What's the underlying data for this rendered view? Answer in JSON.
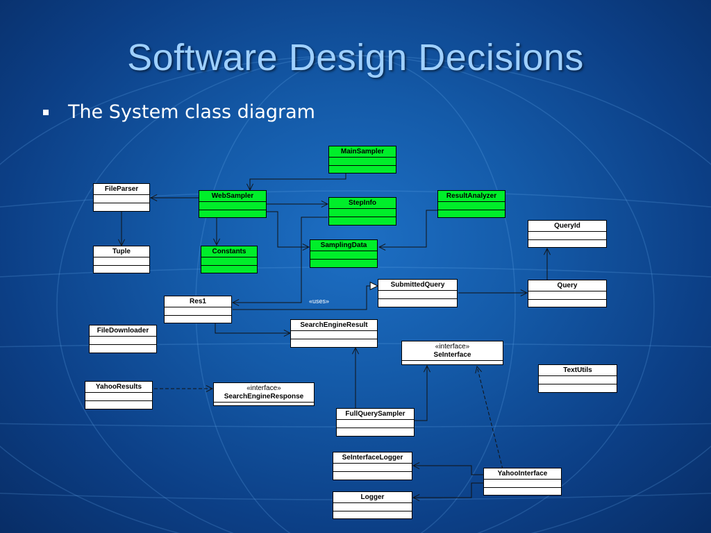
{
  "slide": {
    "title": "Software Design Decisions",
    "bullet": "The System class diagram"
  },
  "diagram": {
    "uses_label": "«uses»",
    "classes": {
      "main_sampler": {
        "name": "MainSampler"
      },
      "file_parser": {
        "name": "FileParser"
      },
      "web_sampler": {
        "name": "WebSampler"
      },
      "step_info": {
        "name": "StepInfo"
      },
      "result_analyzer": {
        "name": "ResultAnalyzer"
      },
      "query_id": {
        "name": "QueryId"
      },
      "tuple": {
        "name": "Tuple"
      },
      "constants": {
        "name": "Constants"
      },
      "sampling_data": {
        "name": "SamplingData"
      },
      "submitted_query": {
        "name": "SubmittedQuery"
      },
      "query": {
        "name": "Query"
      },
      "res1": {
        "name": "Res1"
      },
      "file_downloader": {
        "name": "FileDownloader"
      },
      "search_engine_result": {
        "name": "SearchEngineResult"
      },
      "se_interface": {
        "stereotype": "«interface»",
        "name": "SeInterface"
      },
      "text_utils": {
        "name": "TextUtils"
      },
      "yahoo_results": {
        "name": "YahooResults"
      },
      "search_engine_response": {
        "stereotype": "«interface»",
        "name": "SearchEngineResponse"
      },
      "full_query_sampler": {
        "name": "FullQuerySampler"
      },
      "se_interface_logger": {
        "name": "SeInterfaceLogger"
      },
      "yahoo_interface": {
        "name": "YahooInterface"
      },
      "logger": {
        "name": "Logger"
      }
    }
  }
}
